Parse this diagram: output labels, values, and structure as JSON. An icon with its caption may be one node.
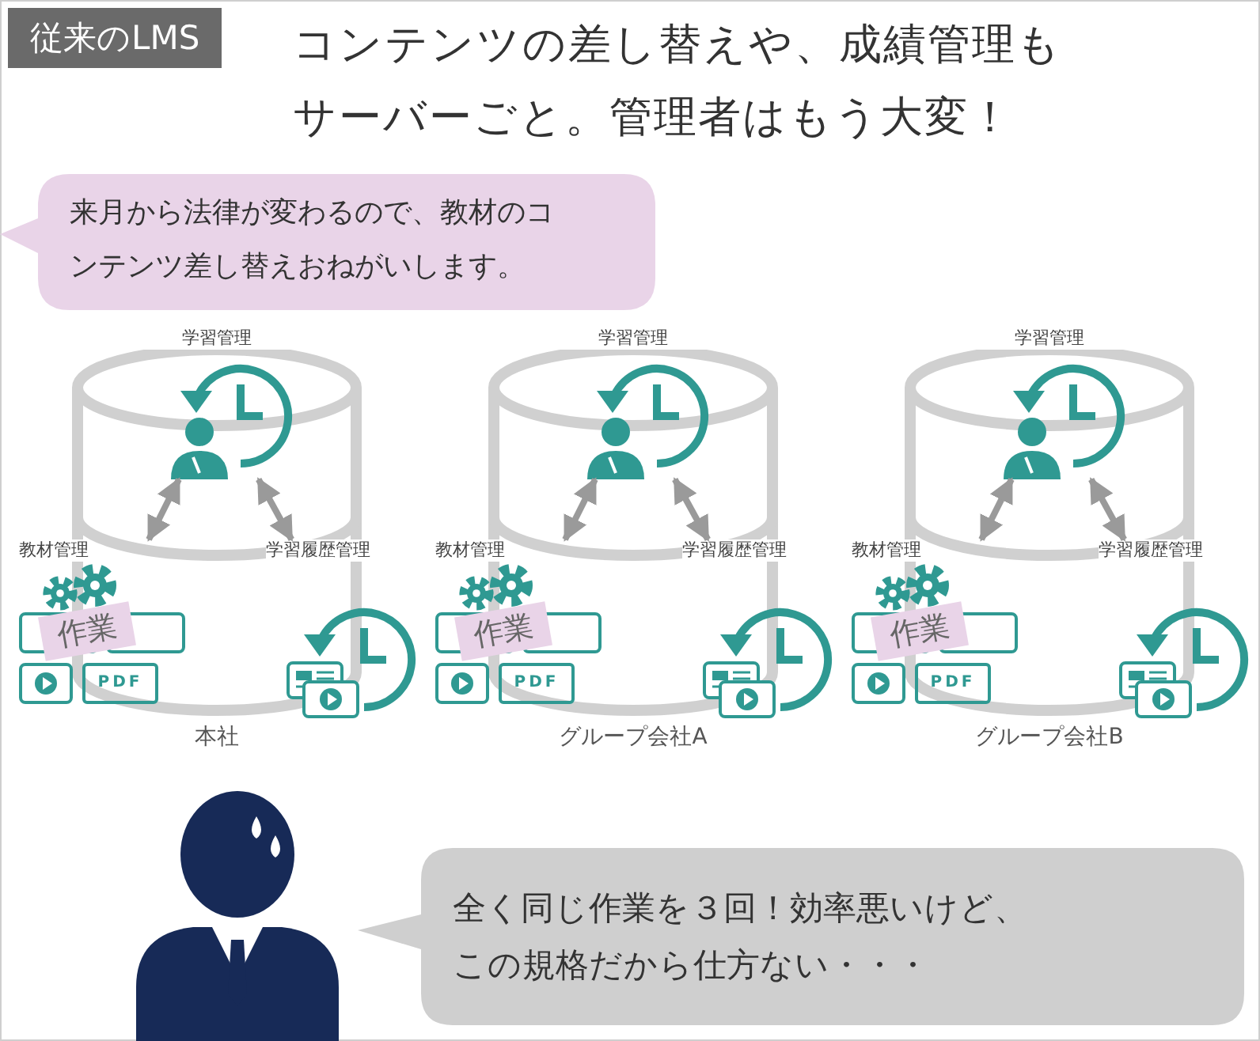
{
  "diagram": {
    "title": "コンテンツの差し替えや、成績管理もサーバーごと。管理者はもう大変！",
    "nodes": [
      {
        "text": [
          "来月から法律が変わるので、教材のコンテンツ差し替えおねがいします。"
        ]
      },
      {
        "text": [
          "本社"
        ]
      },
      {
        "text": [
          "学習管理"
        ],
        "in": 1
      },
      {
        "text": [
          "教材管理"
        ]
      },
      {
        "text": [
          "学習履歴管理"
        ]
      },
      {
        "text": [
          "グループ会社A"
        ]
      },
      {
        "text": [
          "学習管理"
        ],
        "in": 5
      },
      {
        "text": [
          "教材管理"
        ]
      },
      {
        "text": [
          "学習履歴管理"
        ]
      },
      {
        "text": [
          "グループ会社B"
        ]
      },
      {
        "text": [
          "学習管理"
        ],
        "in": 9
      },
      {
        "text": [
          "教材管理"
        ]
      },
      {
        "text": [
          "学習履歴管理"
        ]
      },
      {
        "text": [],
        "shape": "person"
      },
      {
        "text": [
          "全く同じ作業を３回！効率悪いけど、この規格だから仕方ない・・・"
        ]
      }
    ],
    "edges": [
      {
        "from": 2,
        "to": 3,
        "arrow": "both"
      },
      {
        "from": 2,
        "to": 4,
        "arrow": "both"
      },
      {
        "from": 6,
        "to": 7,
        "arrow": "both"
      },
      {
        "from": 6,
        "to": 8,
        "arrow": "both"
      },
      {
        "from": 10,
        "to": 11,
        "arrow": "both"
      },
      {
        "from": 10,
        "to": 12,
        "arrow": "both"
      }
    ],
    "labels": [
      "従来のLMS",
      "作業",
      "PDF",
      "作業",
      "PDF",
      "作業",
      "PDF"
    ]
  }
}
